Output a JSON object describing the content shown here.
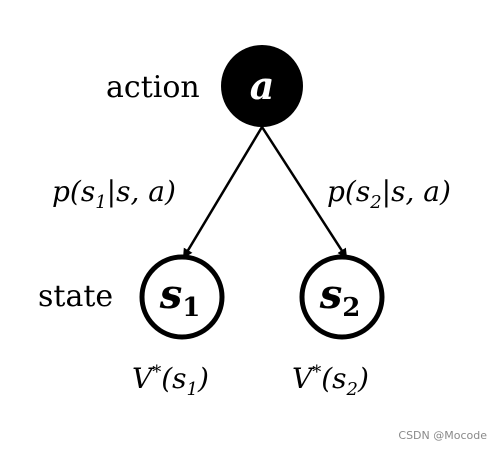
{
  "diagram": {
    "action_label": "action",
    "state_label": "state",
    "action_node": {
      "symbol": "a"
    },
    "state_nodes": [
      {
        "symbol": "s",
        "subscript": "1"
      },
      {
        "symbol": "s",
        "subscript": "2"
      }
    ],
    "edge_labels": [
      {
        "prefix": "p(s",
        "subscript": "1",
        "suffix": "|s, a)"
      },
      {
        "prefix": "p(s",
        "subscript": "2",
        "suffix": "|s, a)"
      }
    ],
    "value_labels": [
      {
        "prefix": "V",
        "superscript": "*",
        "middle": "(s",
        "subscript": "1",
        "suffix": ")"
      },
      {
        "prefix": "V",
        "superscript": "*",
        "middle": "(s",
        "subscript": "2",
        "suffix": ")"
      }
    ]
  },
  "watermark": "CSDN @Mocode",
  "colors": {
    "node_fill": "#000000",
    "node_stroke": "#000000",
    "text": "#000000",
    "watermark": "#8a8a8a",
    "background": "#ffffff"
  }
}
